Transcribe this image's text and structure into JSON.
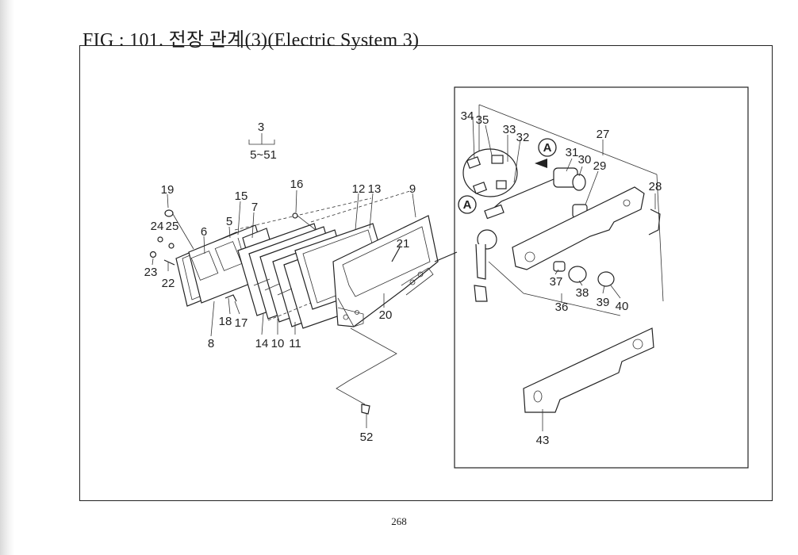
{
  "figure": {
    "title": "FIG : 101. 전장 관계(3)(Electric System 3)"
  },
  "page_number": "268",
  "labels": {
    "l3": "3",
    "l5_51": "5~51",
    "l19": "19",
    "l15": "15",
    "l16": "16",
    "l12": "12",
    "l13": "13",
    "l9": "9",
    "l24": "24",
    "l25": "25",
    "l6": "6",
    "l5": "5",
    "l7": "7",
    "l23": "23",
    "l22": "22",
    "l21": "21",
    "l20": "20",
    "l18": "18",
    "l17": "17",
    "l8": "8",
    "l14": "14",
    "l10": "10",
    "l11": "11",
    "l52": "52",
    "l34": "34",
    "l35": "35",
    "l33": "33",
    "l32": "32",
    "l27": "27",
    "l31": "31",
    "l30": "30",
    "l29": "29",
    "l28": "28",
    "l37": "37",
    "l38": "38",
    "l39": "39",
    "l40": "40",
    "l36": "36",
    "l43": "43"
  },
  "view_markers": {
    "a1": "A",
    "a2": "A"
  }
}
